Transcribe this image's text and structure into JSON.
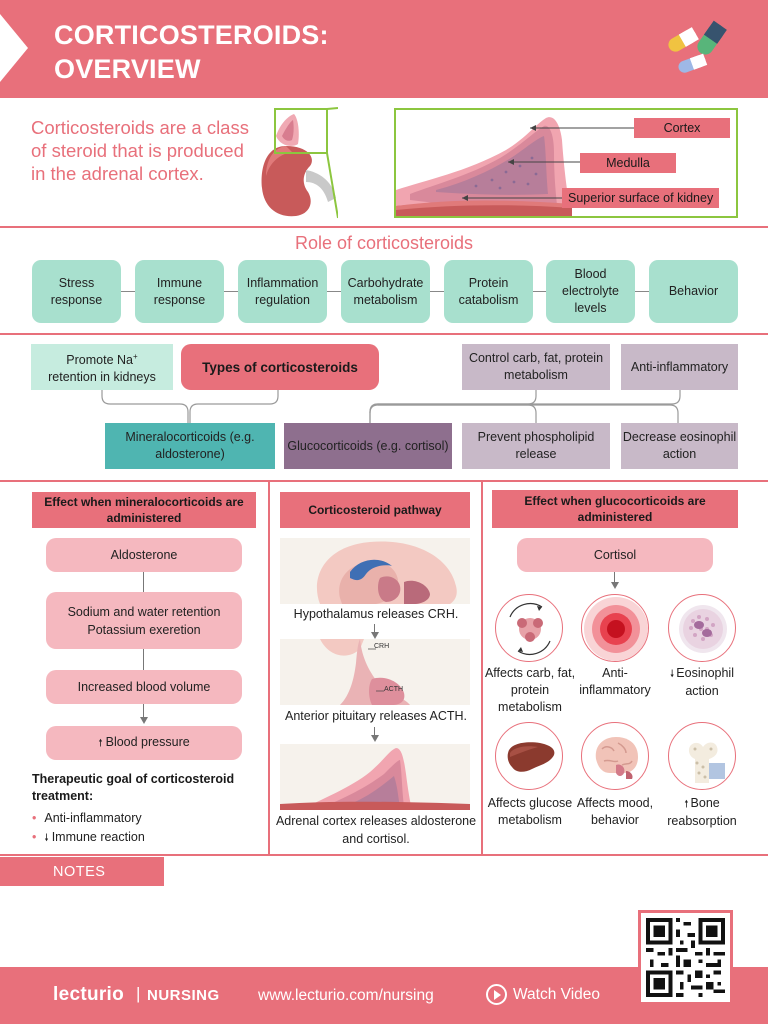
{
  "header": {
    "title_line1": "CORTICOSTEROIDS:",
    "title_line2": "OVERVIEW",
    "icon": "pills-icon"
  },
  "intro": {
    "text": "Corticosteroids are a class of steroid that is produced in the adrenal cortex.",
    "labels": {
      "cortex": "Cortex",
      "medulla": "Medulla",
      "superior": "Superior surface of kidney"
    }
  },
  "role": {
    "title": "Role of corticosteroids",
    "items": [
      "Stress response",
      "Immune response",
      "Inflammation regulation",
      "Carbohydrate metabolism",
      "Protein catabolism",
      "Blood electrolyte levels",
      "Behavior"
    ]
  },
  "types": {
    "title": "Types of corticosteroids",
    "promote_na_prefix": "Promote Na",
    "promote_na_sup": "+",
    "promote_na_suffix": "retention in kidneys",
    "mineralo": "Mineralocorticoids (e.g. aldosterone)",
    "gluco": "Glucocorticoids (e.g. cortisol)",
    "control_carb": "Control carb, fat, protein metabolism",
    "anti_inflammatory": "Anti-inflammatory",
    "prevent_phospholipid": "Prevent phospholipid release",
    "decrease_eosinophil": "Decrease eosinophil action"
  },
  "mineralo_effect": {
    "header": "Effect when mineralocorticoids are administered",
    "steps": [
      "Aldosterone",
      "Sodium and water retention Potassium exeretion",
      "Increased blood volume",
      "Blood pressure"
    ],
    "up_arrow": "🠕",
    "goal_title": "Therapeutic goal of corticosteroid treatment:",
    "goal_items": [
      "Anti-inflammatory",
      "Immune reaction"
    ],
    "goal_bullet": "•",
    "down_arrow": "🠗"
  },
  "pathway": {
    "header": "Corticosteroid pathway",
    "step1": "Hypothalamus releases CRH.",
    "step2": "Anterior pituitary releases ACTH.",
    "step3": "Adrenal cortex releases aldosterone and cortisol.",
    "crh_label": "CRH",
    "acth_label": "ACTH"
  },
  "gluco_effect": {
    "header": "Effect when glucocorticoids are administered",
    "start": "Cortisol",
    "effects": [
      "Affects carb, fat, protein metabolism",
      "Anti-inflammatory",
      "Eosinophil action",
      "Affects glucose metabolism",
      "Affects mood, behavior",
      "Bone reabsorption"
    ]
  },
  "notes": {
    "label": "NOTES"
  },
  "footer": {
    "brand": "lecturio",
    "separator": "|",
    "nursing": "NURSING",
    "url": "www.lecturio.com/nursing",
    "watch": "Watch Video"
  },
  "colors": {
    "brand_red": "#e8707b",
    "mint": "#a8e0ce",
    "teal": "#4fb5b1",
    "purple": "#8e6f8e",
    "lavender": "#c8b9c8",
    "pale_mint": "#c6ecdf",
    "pink": "#f5b8bf"
  }
}
